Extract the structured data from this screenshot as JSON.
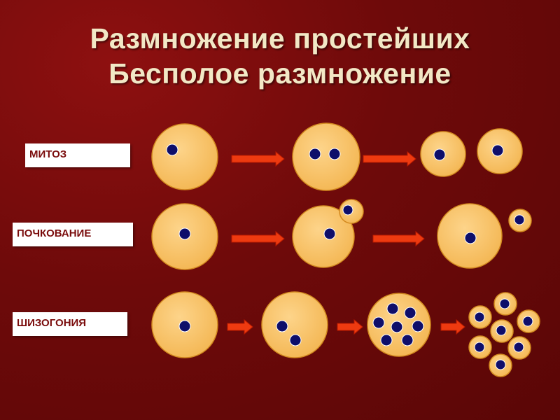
{
  "title": {
    "line1": "Размножение простейших",
    "line2": "Бесполое размножение"
  },
  "labels": {
    "mitosis": "МИТОЗ",
    "budding": "ПОЧКОВАНИЕ",
    "schizogony": "ШИЗОГОНИЯ"
  },
  "colors": {
    "cell_fill": "#fcc871",
    "cell_stroke": "#d2891f",
    "nucleus": "#0e0e6a",
    "arrow_fill": "#ee3a10",
    "arrow_stroke": "#b81a00",
    "label_text": "#7a0c0c"
  }
}
